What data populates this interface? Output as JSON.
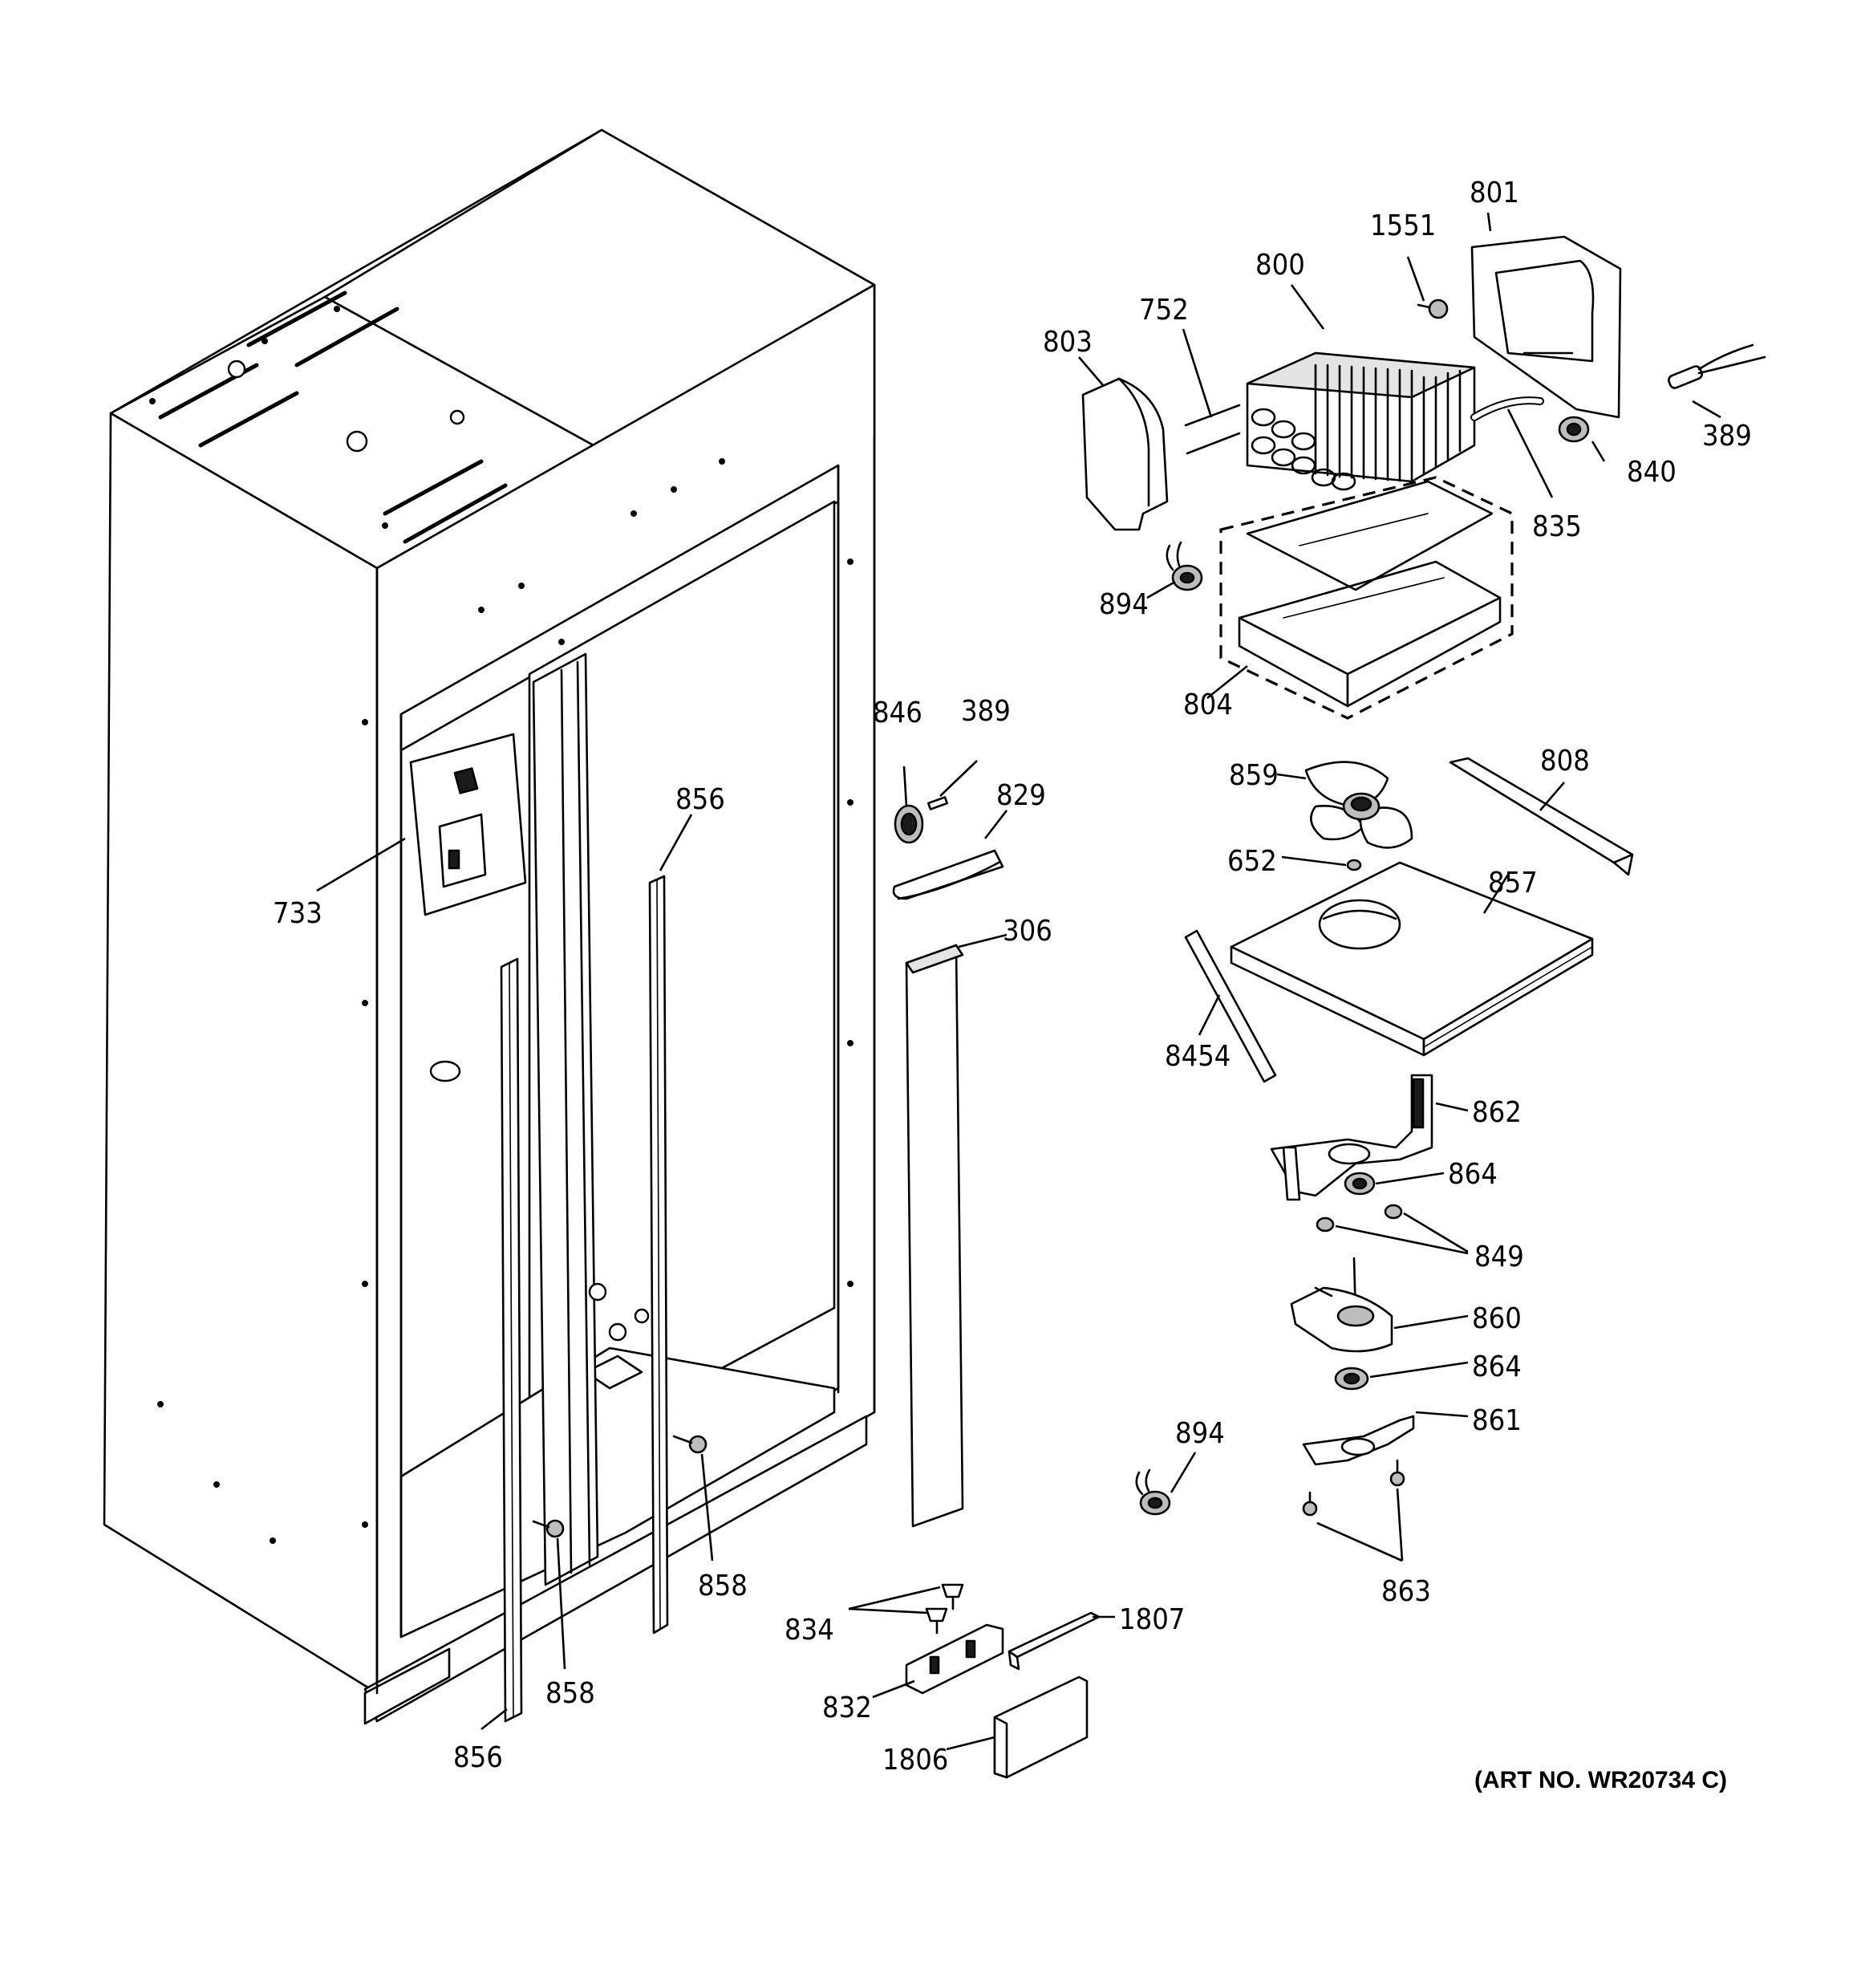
{
  "art_number": "(ART NO. WR20734 C)",
  "callouts": {
    "c801": "801",
    "c1551": "1551",
    "c800": "800",
    "c752": "752",
    "c803": "803",
    "c389a": "389",
    "c840": "840",
    "c835": "835",
    "c894a": "894",
    "c804": "804",
    "c846": "846",
    "c389b": "389",
    "c829": "829",
    "c856a": "856",
    "c733": "733",
    "c306": "306",
    "c808": "808",
    "c859": "859",
    "c652": "652",
    "c857": "857",
    "c8454": "8454",
    "c862": "862",
    "c864a": "864",
    "c849": "849",
    "c860": "860",
    "c864b": "864",
    "c861": "861",
    "c894b": "894",
    "c863": "863",
    "c858a": "858",
    "c858b": "858",
    "c856b": "856",
    "c834": "834",
    "c1807": "1807",
    "c832": "832",
    "c1806": "1806"
  }
}
